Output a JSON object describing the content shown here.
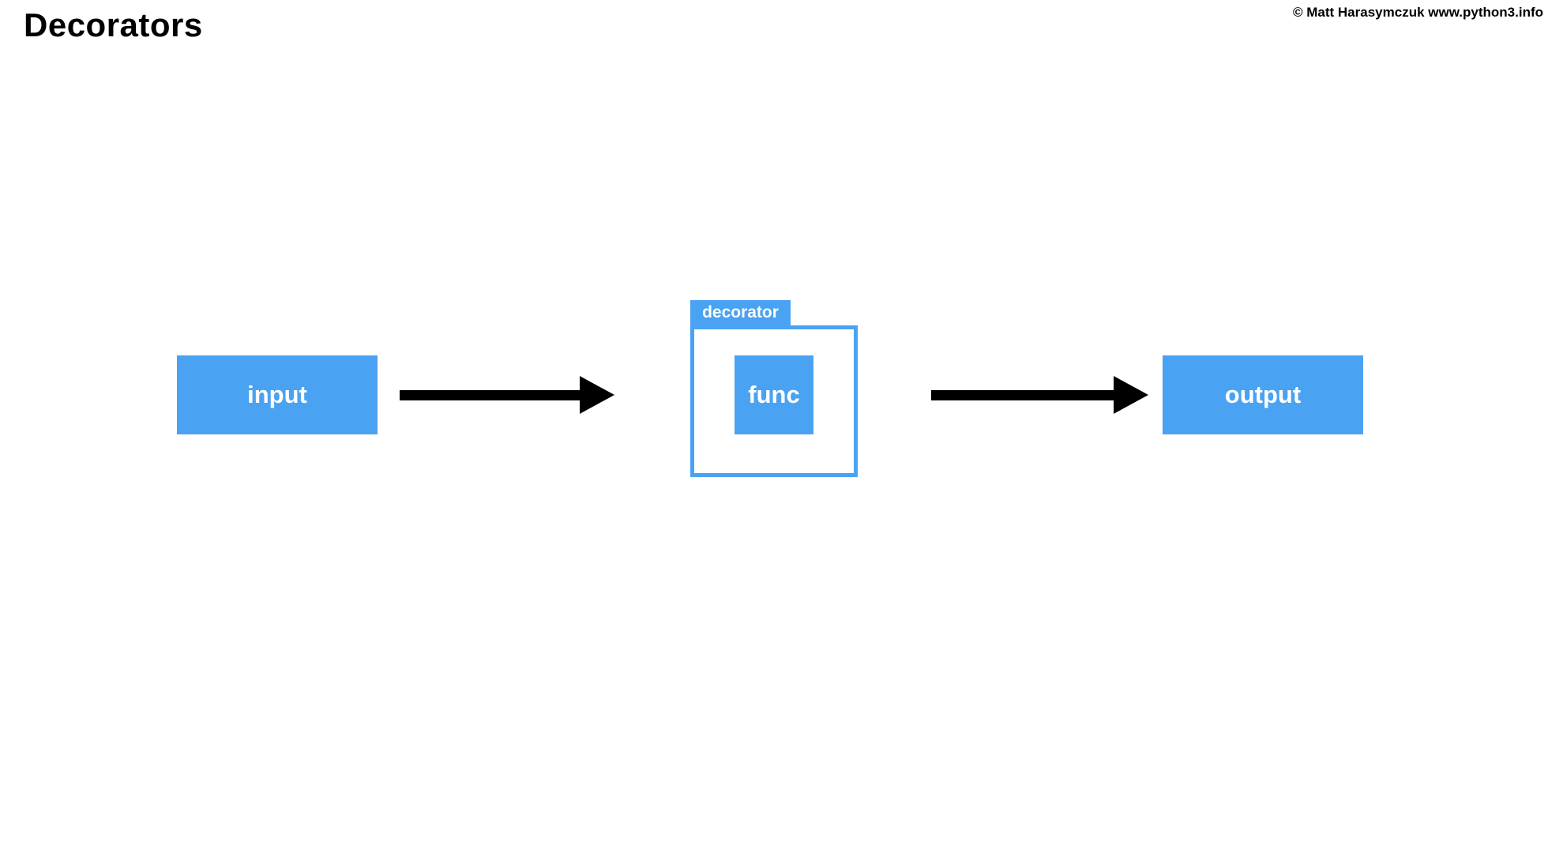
{
  "page": {
    "title": "Decorators",
    "attribution": "© Matt Harasymczuk www.python3.info"
  },
  "diagram": {
    "type": "flow",
    "nodes": {
      "input": {
        "label": "input"
      },
      "decorator": {
        "label": "decorator"
      },
      "func": {
        "label": "func"
      },
      "output": {
        "label": "output"
      }
    },
    "edges": [
      {
        "from": "input",
        "to": "decorator",
        "style": "thick-black-arrow"
      },
      {
        "from": "decorator",
        "to": "output",
        "style": "thick-black-arrow"
      }
    ],
    "colors": {
      "accent_blue": "#4aa2f2",
      "arrow_black": "#000000",
      "text_on_accent": "#ffffff",
      "background": "#ffffff"
    }
  }
}
